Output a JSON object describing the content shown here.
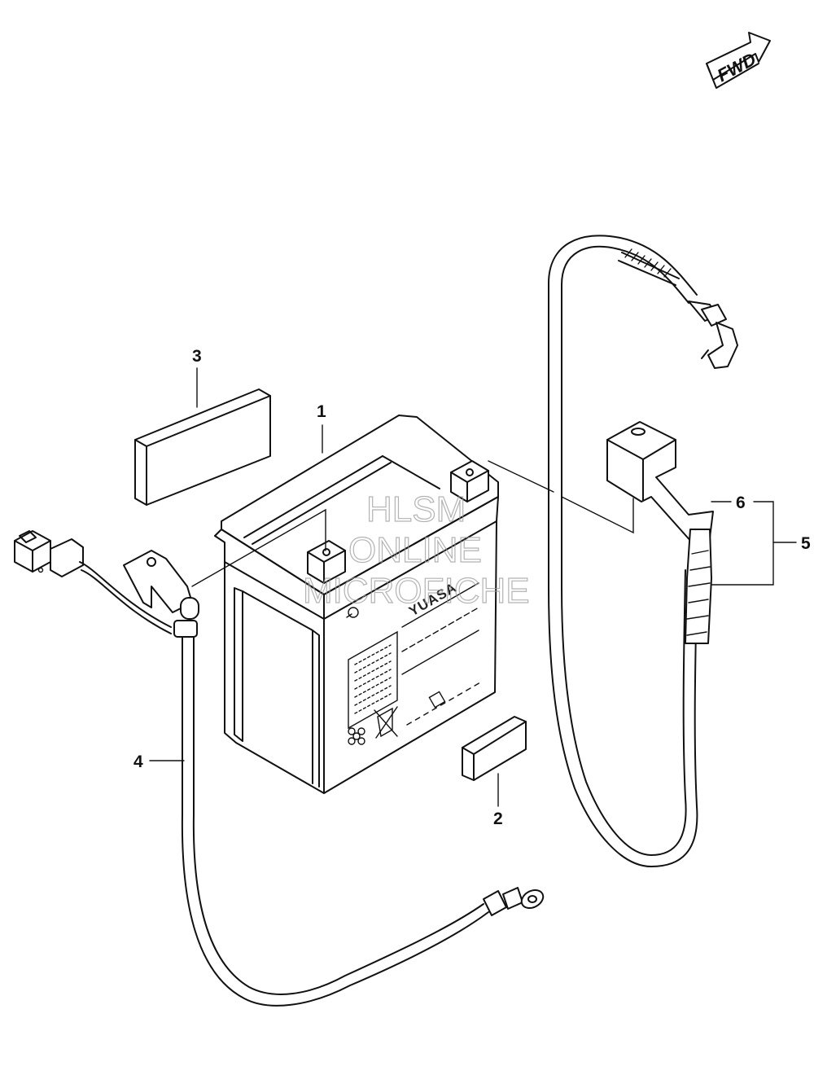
{
  "diagram": {
    "fwd_label": "FWD",
    "battery_brand": "YUASA",
    "callouts": [
      {
        "id": "1",
        "label": "1"
      },
      {
        "id": "2",
        "label": "2"
      },
      {
        "id": "3",
        "label": "3"
      },
      {
        "id": "4",
        "label": "4"
      },
      {
        "id": "5",
        "label": "5"
      },
      {
        "id": "6",
        "label": "6"
      }
    ],
    "watermark": {
      "line1": "HLSM",
      "line2": "ONLINE",
      "line3": "MICROFICHE"
    }
  }
}
